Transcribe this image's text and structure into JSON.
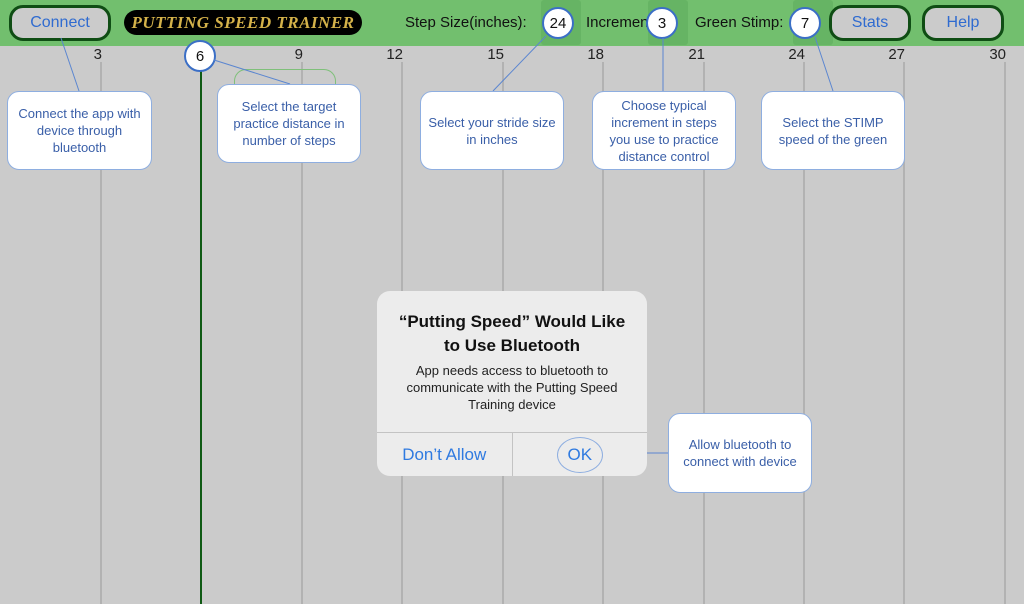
{
  "topbar": {
    "connect": "Connect",
    "logo": "PUTTING SPEED TRAINER",
    "step_label": "Step Size(inches):",
    "step_value": "24",
    "increment_label": "Increment:",
    "increment_value": "3",
    "stimp_label": "Green Stimp:",
    "stimp_value": "7",
    "stats": "Stats",
    "help": "Help"
  },
  "ruler": {
    "ticks": [
      "3",
      "9",
      "12",
      "15",
      "18",
      "21",
      "24",
      "27",
      "30"
    ],
    "selected": "6"
  },
  "callouts": {
    "connect": "Connect the app with device through bluetooth",
    "target": "Select the target practice distance in number of steps",
    "stride": "Select your stride size in inches",
    "increment": "Choose typical increment in steps you use to practice distance control",
    "stimp": "Select the STIMP speed of the green",
    "allow": "Allow bluetooth to connect with device"
  },
  "dialog": {
    "title": "“Putting Speed” Would Like to Use Bluetooth",
    "message": "App needs access to bluetooth to communicate with the Putting Speed Training device",
    "deny": "Don’t Allow",
    "ok": "OK"
  }
}
